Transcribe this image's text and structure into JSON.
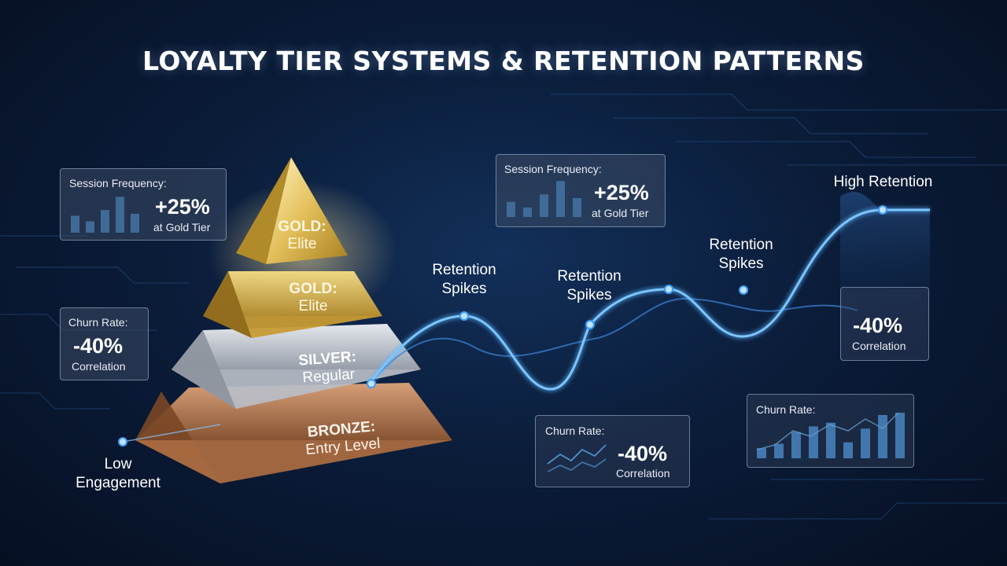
{
  "title": "LOYALTY TIER SYSTEMS & RETENTION PATTERNS",
  "pyramid": {
    "tiers": [
      {
        "name": "GOLD:",
        "desc": "Elite"
      },
      {
        "name": "GOLD:",
        "desc": "Elite"
      },
      {
        "name": "SILVER:",
        "desc": "Regular"
      },
      {
        "name": "BRONZE:",
        "desc": "Entry Level"
      }
    ],
    "colors": {
      "gold": "#d8b24a",
      "silver": "#c9ccd2",
      "bronze": "#b97a4e"
    }
  },
  "cards": {
    "left_session": {
      "label": "Session Frequency:",
      "value": "+25%",
      "sub": "at Gold Tier",
      "bars": [
        0.45,
        0.3,
        0.6,
        0.95,
        0.5
      ]
    },
    "left_churn": {
      "label": "Churn Rate:",
      "value": "-40%",
      "sub": "Correlation"
    },
    "top_session": {
      "label": "Session Frequency:",
      "value": "+25%",
      "sub": "at Gold Tier",
      "bars": [
        0.4,
        0.25,
        0.6,
        0.95,
        0.5
      ]
    },
    "right_churn": {
      "value": "-40%",
      "sub": "Correlation"
    },
    "bottom_churn": {
      "label": "Churn Rate:",
      "value": "-40%",
      "sub": "Correlation"
    },
    "churn_bars": {
      "label": "Churn Rate:",
      "bars": [
        0.22,
        0.32,
        0.58,
        0.7,
        0.78,
        0.35,
        0.65,
        0.95,
        1.0
      ]
    }
  },
  "annotations": {
    "low_engagement": "Low\nEngagement",
    "spike_1": "Retention\nSpikes",
    "spike_2": "Retention\nSpikes",
    "spike_3": "Retention\nSpikes",
    "high_retention": "High Retention"
  },
  "colors": {
    "accent": "#3d9cff",
    "line_glow": "#5ab4ff"
  }
}
